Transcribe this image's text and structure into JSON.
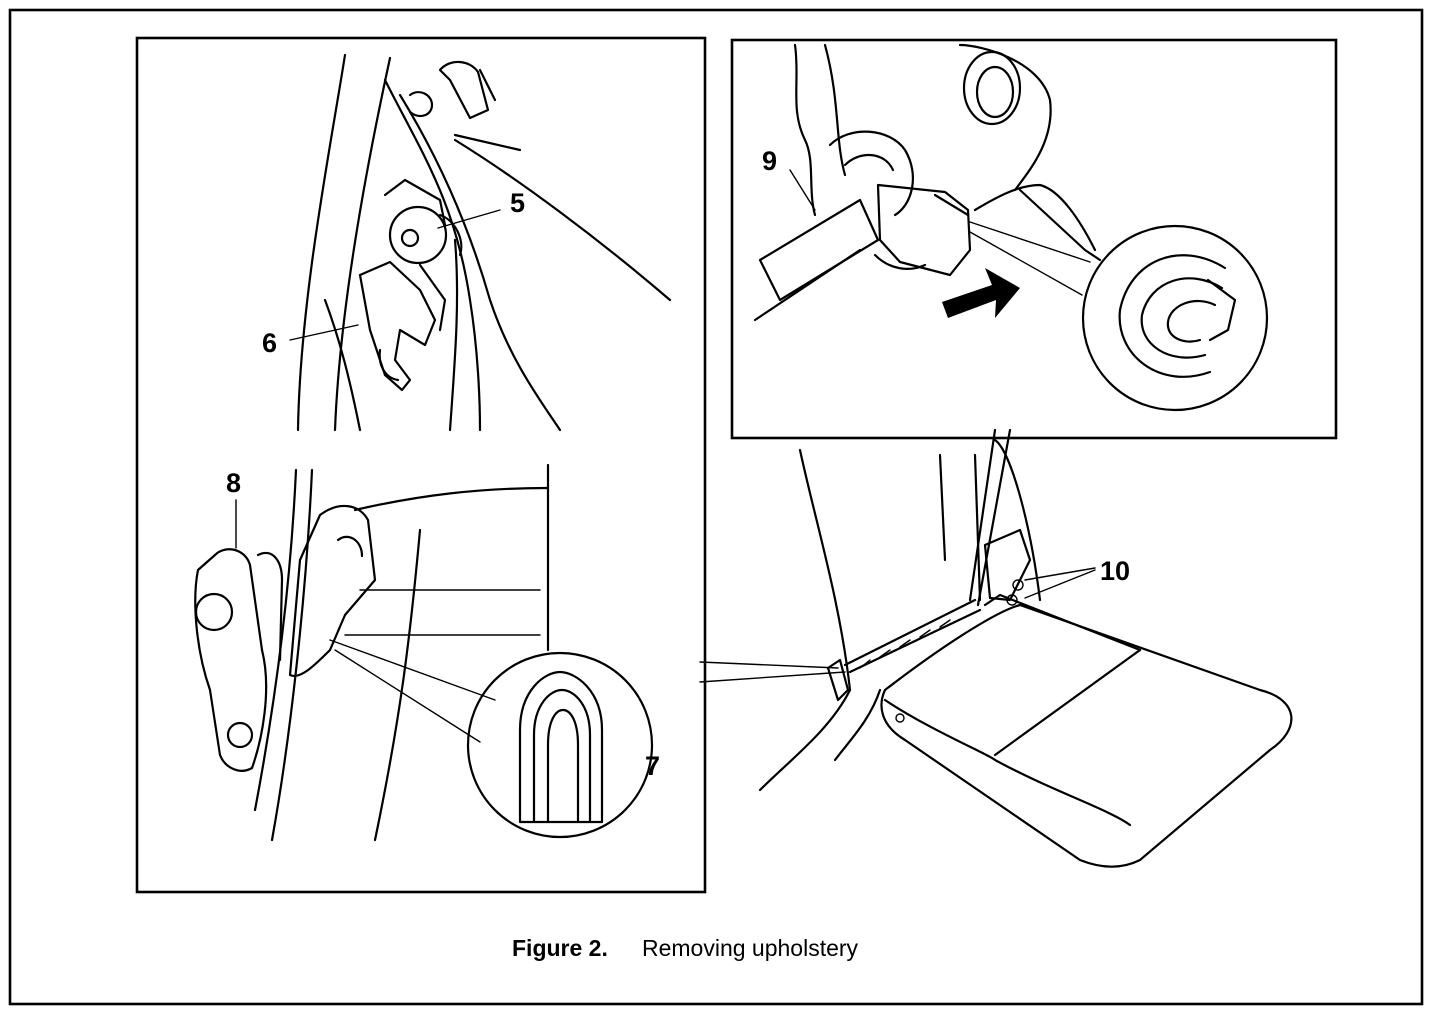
{
  "figure": {
    "caption_label": "Figure 2.",
    "caption_text": "Removing upholstery"
  },
  "callouts": {
    "c5": "5",
    "c6": "6",
    "c7": "7",
    "c8": "8",
    "c9": "9",
    "c10": "10"
  }
}
